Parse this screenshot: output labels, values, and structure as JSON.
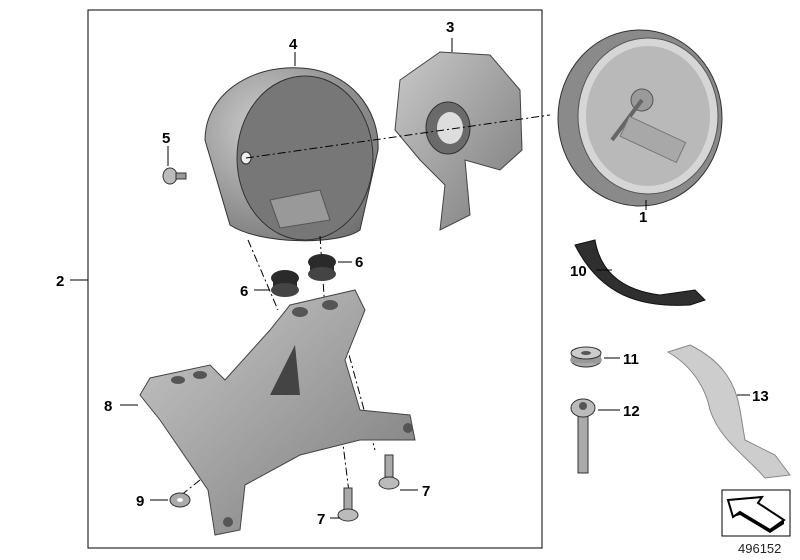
{
  "diagram": {
    "part_labels": {
      "p1": "1",
      "p2": "2",
      "p3": "3",
      "p4": "4",
      "p5": "5",
      "p6a": "6",
      "p6b": "6",
      "p7a": "7",
      "p7b": "7",
      "p8": "8",
      "p9": "9",
      "p10": "10",
      "p11": "11",
      "p12": "12",
      "p13": "13"
    },
    "reference_number": "496152",
    "icon": "assembly-arrow-icon",
    "colors": {
      "part": "#9a9a9a",
      "part_dark": "#5e5e5e",
      "part_light": "#c8c8c8",
      "rubber": "#2a2a2a"
    }
  }
}
